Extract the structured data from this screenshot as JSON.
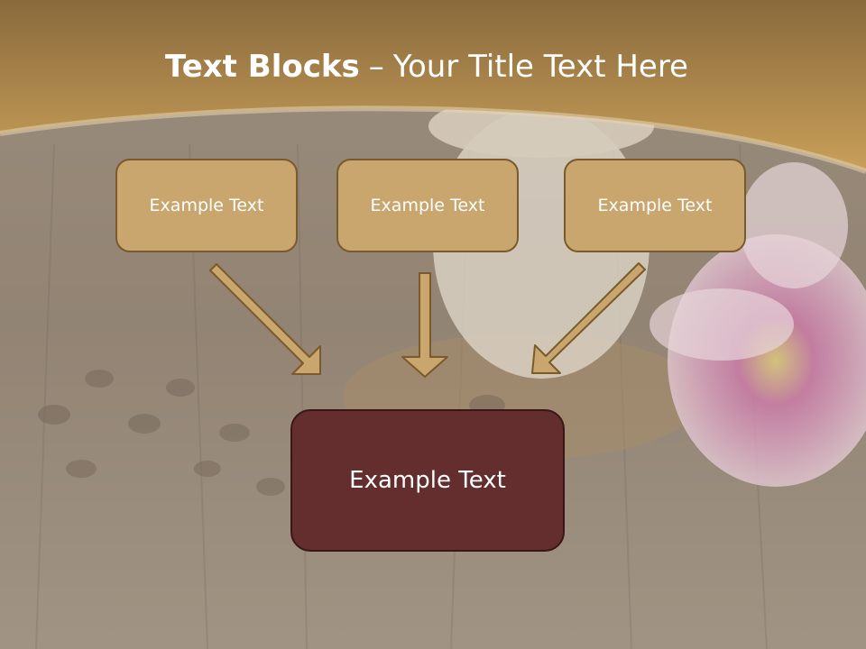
{
  "slide": {
    "title_bold": "Text Blocks",
    "title_separator": "–",
    "title_rest": "Your Title Text Here",
    "blocks": [
      {
        "label": "Example Text"
      },
      {
        "label": "Example Text"
      },
      {
        "label": "Example Text"
      }
    ],
    "target_block": {
      "label": "Example Text"
    }
  },
  "colors": {
    "header_gold": "#c49a50",
    "block_fill": "#c9a66e",
    "block_border": "#7a5a2a",
    "target_fill": "#652e2e",
    "arrow_fill": "#c9a66e"
  },
  "icons": [
    "arrow-down-right-icon",
    "arrow-down-icon",
    "arrow-down-left-icon"
  ]
}
